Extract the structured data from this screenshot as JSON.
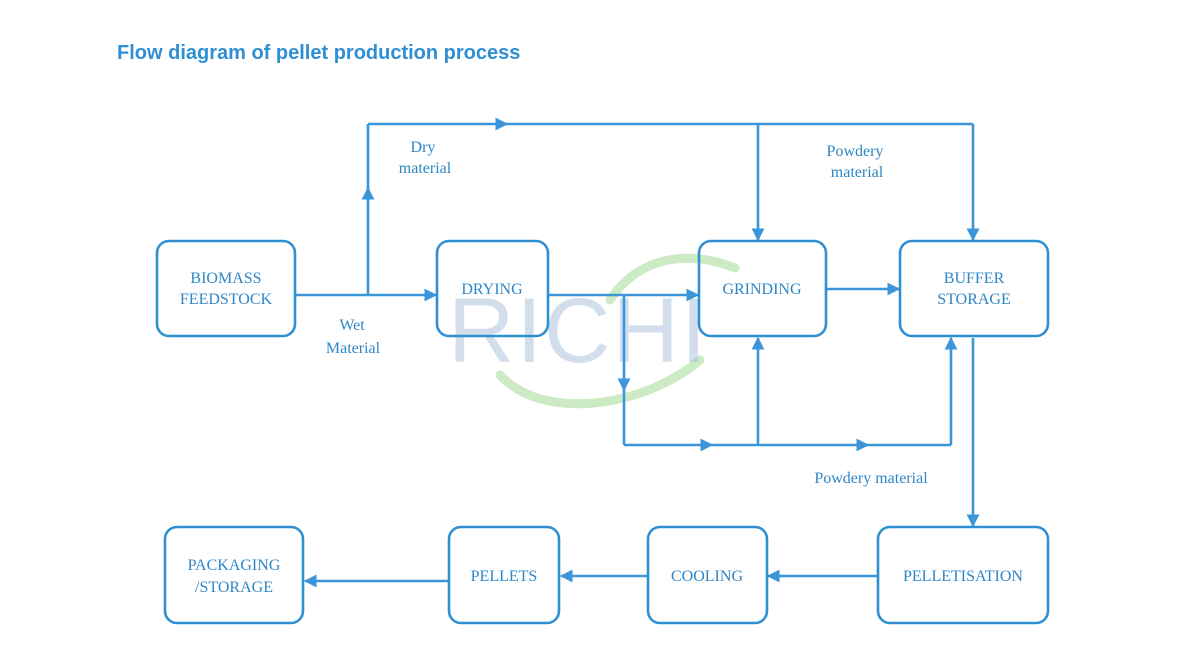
{
  "title": "Flow diagram of pellet production process",
  "watermark": "RICHI",
  "colors": {
    "primary": "#2e8fd1",
    "title": "#2f8fd3",
    "watermark_text": "#9fb8d8",
    "watermark_swoosh": "#8fd17a"
  },
  "nodes": {
    "biomass": [
      "BIOMASS",
      "FEEDSTOCK"
    ],
    "drying": [
      "DRYING"
    ],
    "grinding": [
      "GRINDING"
    ],
    "buffer": [
      "BUFFER",
      "STORAGE"
    ],
    "pelletisation": [
      "PELLETISATION"
    ],
    "cooling": [
      "COOLING"
    ],
    "pellets": [
      "PELLETS"
    ],
    "packaging": [
      "PACKAGING",
      "/STORAGE"
    ]
  },
  "edge_labels": {
    "dry_material": [
      "Dry",
      "material"
    ],
    "wet_material": [
      "Wet",
      "Material"
    ],
    "powdery_material_top": [
      "Powdery",
      "material"
    ],
    "powdery_material_bottom": [
      "Powdery material"
    ]
  }
}
